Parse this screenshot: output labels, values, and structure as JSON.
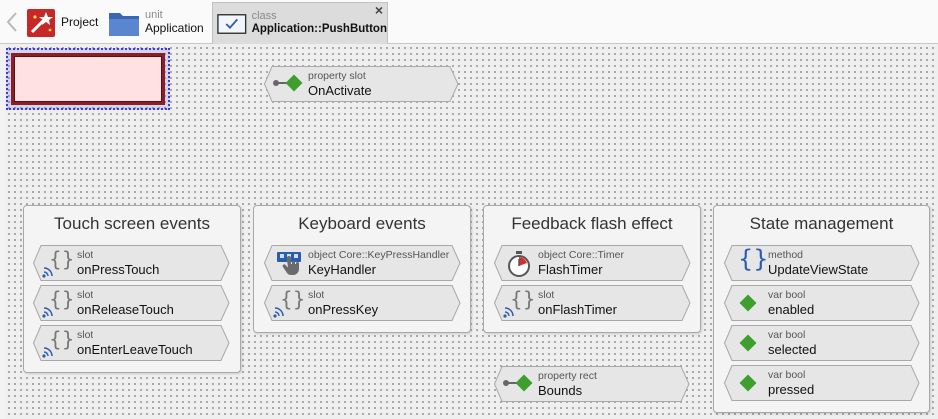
{
  "tabs": {
    "project": {
      "name": "Project"
    },
    "unit": {
      "kind": "unit",
      "name": "Application"
    },
    "class": {
      "kind": "class",
      "name": "Application::PushButton"
    }
  },
  "top_members": {
    "onactivate": {
      "kind": "property slot",
      "name": "OnActivate"
    },
    "bounds": {
      "kind": "property rect",
      "name": "Bounds"
    }
  },
  "groups": {
    "touch": {
      "title": "Touch screen events",
      "members": [
        {
          "kind": "slot",
          "name": "onPressTouch"
        },
        {
          "kind": "slot",
          "name": "onReleaseTouch"
        },
        {
          "kind": "slot",
          "name": "onEnterLeaveTouch"
        }
      ]
    },
    "keyboard": {
      "title": "Keyboard events",
      "members": [
        {
          "kind": "object Core::KeyPressHandler",
          "name": "KeyHandler"
        },
        {
          "kind": "slot",
          "name": "onPressKey"
        }
      ]
    },
    "flash": {
      "title": "Feedback flash effect",
      "members": [
        {
          "kind": "object Core::Timer",
          "name": "FlashTimer"
        },
        {
          "kind": "slot",
          "name": "onFlashTimer"
        }
      ]
    },
    "state": {
      "title": "State management",
      "members": [
        {
          "kind": "method",
          "name": "UpdateViewState"
        },
        {
          "kind": "var bool",
          "name": "enabled"
        },
        {
          "kind": "var bool",
          "name": "selected"
        },
        {
          "kind": "var bool",
          "name": "pressed"
        }
      ]
    }
  },
  "colors": {
    "accent_green": "#3f9f2e",
    "selection_blue": "#3b3bd9",
    "rect_border": "#8a1f28",
    "rect_fill": "#ffe0e3"
  }
}
